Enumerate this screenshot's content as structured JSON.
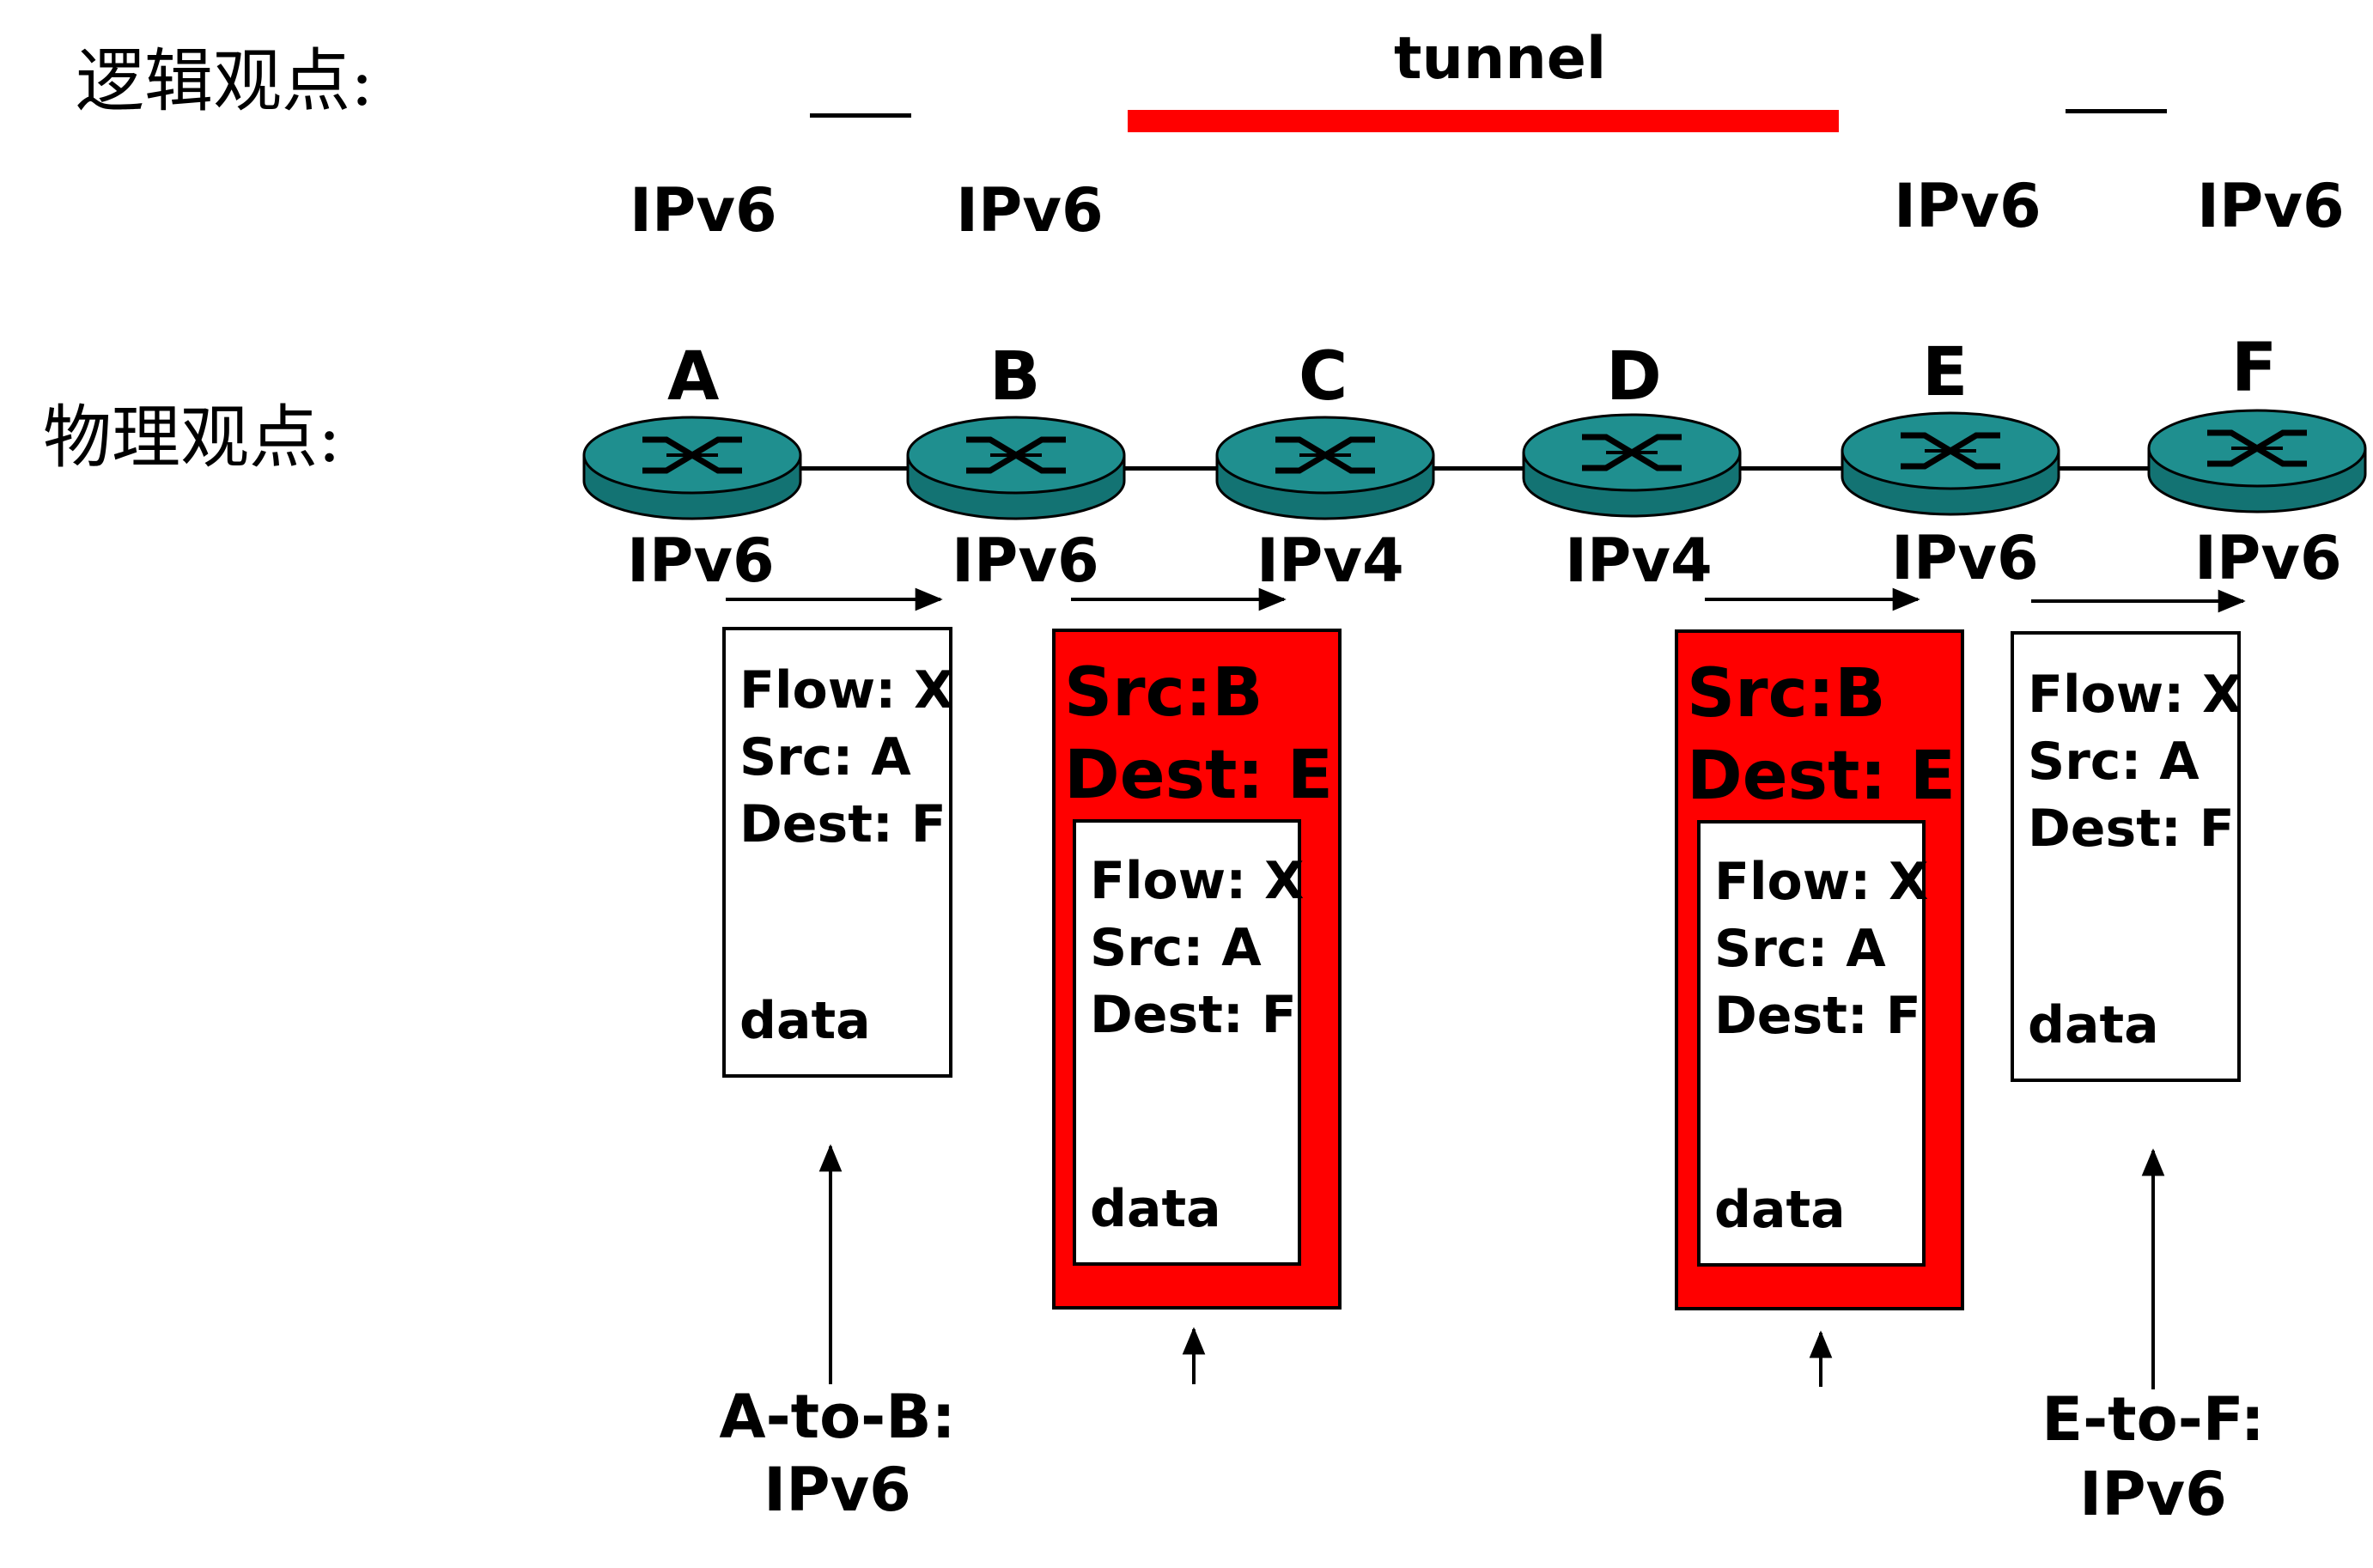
{
  "logical": {
    "heading": "逻辑观点:",
    "tunnel_label": "tunnel",
    "labels": [
      "IPv6",
      "IPv6",
      "IPv6",
      "IPv6"
    ]
  },
  "physical": {
    "heading": "物理观点:",
    "nodes": [
      {
        "name": "A",
        "proto": "IPv6"
      },
      {
        "name": "B",
        "proto": "IPv6"
      },
      {
        "name": "C",
        "proto": "IPv4"
      },
      {
        "name": "D",
        "proto": "IPv4"
      },
      {
        "name": "E",
        "proto": "IPv6"
      },
      {
        "name": "F",
        "proto": "IPv6"
      }
    ]
  },
  "packets": {
    "inner": {
      "flow": "Flow: X",
      "src": "Src: A",
      "dest": "Dest: F",
      "data": "data"
    },
    "outer": {
      "src": "Src:B",
      "dest": "Dest: E"
    }
  },
  "captions": {
    "left_line1": "A-to-B:",
    "left_line2": "IPv6",
    "right_line1": "E-to-F:",
    "right_line2": "IPv6"
  },
  "colors": {
    "tunnel": "#ff0000",
    "router_top": "#1f8f8f",
    "router_side": "#137373"
  }
}
